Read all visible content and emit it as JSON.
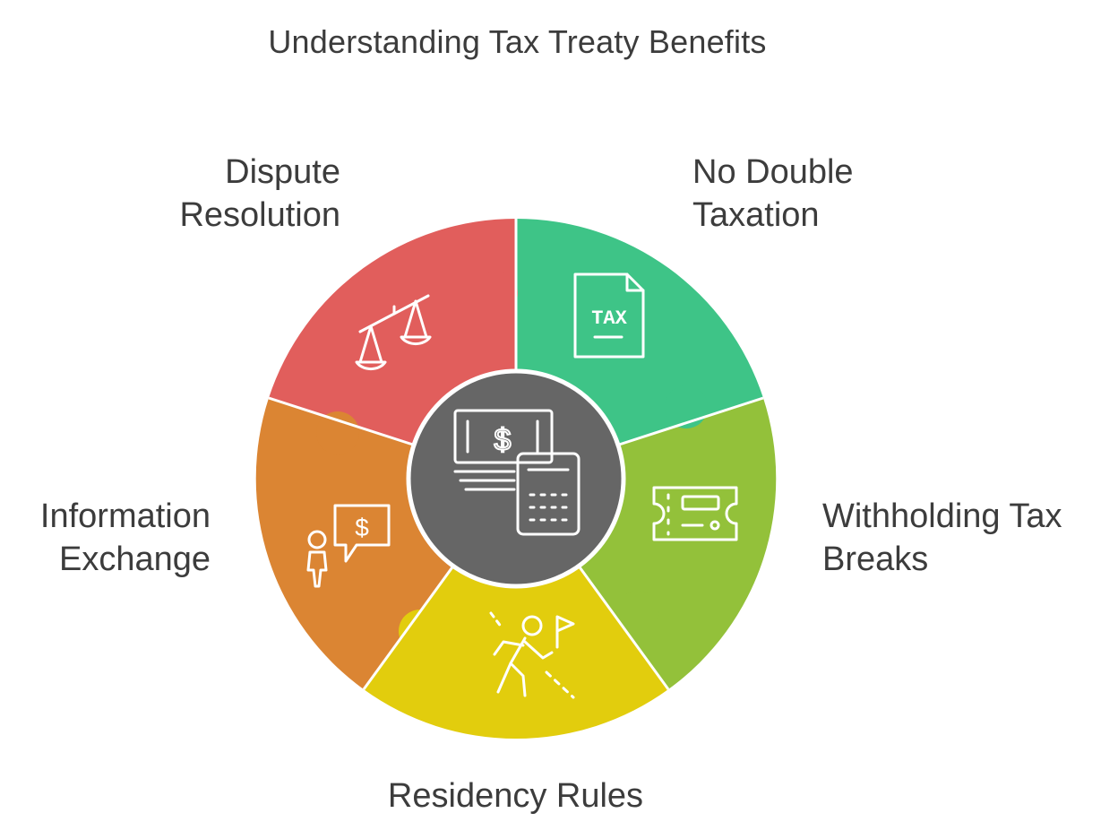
{
  "title": "Understanding Tax Treaty Benefits",
  "segments": {
    "dispute": {
      "line1": "Dispute",
      "line2": "Resolution",
      "color": "#e15e5c",
      "icon": "scales-icon"
    },
    "no_double": {
      "line1": "No Double",
      "line2": "Taxation",
      "color": "#3ec487",
      "icon": "tax-document-icon"
    },
    "withholding": {
      "line1": "Withholding Tax",
      "line2": "Breaks",
      "color": "#93c13a",
      "icon": "ticket-icon"
    },
    "residency": {
      "line1": "Residency Rules",
      "color": "#e2cd0d",
      "icon": "climber-flag-icon"
    },
    "info": {
      "line1": "Information",
      "line2": "Exchange",
      "color": "#db8533",
      "icon": "person-speech-dollar-icon"
    }
  },
  "center": {
    "color": "#666666",
    "icon": "money-calculator-icon"
  },
  "icon_text": {
    "tax": "TAX",
    "dollar": "$"
  }
}
